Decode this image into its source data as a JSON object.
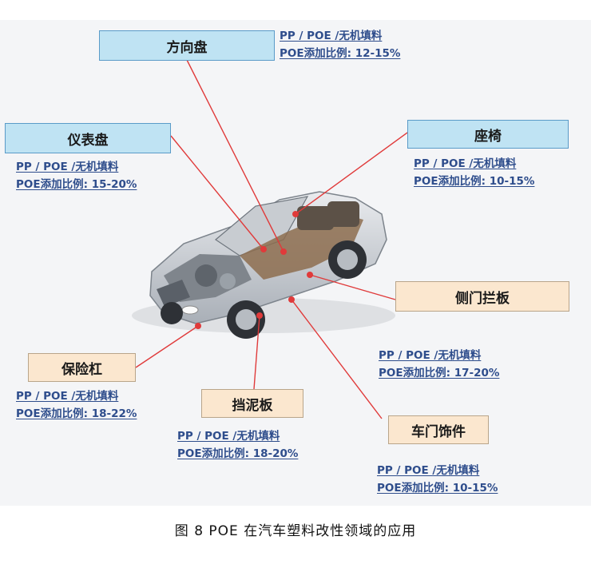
{
  "components": [
    {
      "key": "steering_wheel",
      "label": "方向盘",
      "spec_material": "PP / POE /无机填料",
      "spec_ratio": "POE添加比例: 12-15%"
    },
    {
      "key": "dashboard",
      "label": "仪表盘",
      "spec_material": "PP / POE /无机填料",
      "spec_ratio": "POE添加比例: 15-20%"
    },
    {
      "key": "seat",
      "label": "座椅",
      "spec_material": "PP / POE /无机填料",
      "spec_ratio": "POE添加比例: 10-15%"
    },
    {
      "key": "side_door_panel",
      "label": "侧门拦板",
      "spec_material": "PP / POE /无机填料",
      "spec_ratio": "POE添加比例: 17-20%"
    },
    {
      "key": "bumper",
      "label": "保险杠",
      "spec_material": "PP / POE /无机填料",
      "spec_ratio": "POE添加比例: 18-22%"
    },
    {
      "key": "fender",
      "label": "挡泥板",
      "spec_material": "PP / POE /无机填料",
      "spec_ratio": "POE添加比例: 18-20%"
    },
    {
      "key": "door_trim",
      "label": "车门饰件",
      "spec_material": "PP / POE /无机填料",
      "spec_ratio": "POE添加比例: 10-15%"
    }
  ],
  "caption": "图 8  POE 在汽车塑料改性领域的应用",
  "colors": {
    "leader_line": "#e03a3a",
    "blue_box": "#bfe3f3",
    "tan_box": "#fbe7cf",
    "spec_text": "#2e4d8c"
  }
}
